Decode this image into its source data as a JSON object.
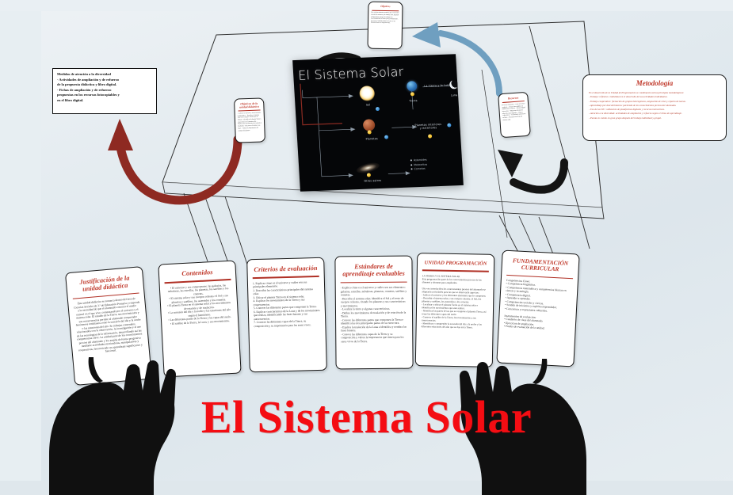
{
  "presentation": {
    "main_title": "El Sistema Solar",
    "accent_red": "#f40d13",
    "title_red": "#c0392b",
    "background": "#e3ebf0",
    "arrow_colors": {
      "left_arrow": "#8e2a22",
      "top_arrow": "#6f9fc0",
      "right_arrow": "#141414",
      "inner_arrow": "#1b1b1b"
    }
  },
  "slide": {
    "title": "El Sistema Solar",
    "background": "#050608",
    "nodes": [
      {
        "label": "Sol",
        "marker": "blue"
      },
      {
        "label": "Tierra",
        "marker": "blue"
      },
      {
        "label": "Planetas",
        "marker": "blue"
      },
      {
        "label": "Planetas interiores\ny exteriores",
        "marker": "blue"
      },
      {
        "label": "Otros astros",
        "marker": "yellow"
      },
      {
        "label": "La Tierra y la Luna",
        "marker": "none"
      },
      {
        "label": "Luna",
        "marker": "blue"
      }
    ],
    "branch_label": "Componentes",
    "bullets": [
      "Asteroides",
      "Meteoritos",
      "Cometas"
    ]
  },
  "note_box": {
    "lines": [
      "Medidas de atención a la diversidad",
      "- Actividades de ampliación y de refuerzo",
      "de la propuesta didáctica y libro digital.",
      "- Fichas de ampliación y de refuerzo",
      "propuestas en los recursos fotocopiables y",
      "en el libro digital."
    ]
  },
  "metodologia": {
    "title": "Metodología",
    "lines": [
      "En el desarrollo de la Unidad de Programación se combinarán varios principios metodológicos:",
      "- Trabajo: reflexivo e individual en el desarrollo de las actividades individuales.",
      "- Trabajo cooperativo: formación de grupos heterogéneos, asignación de roles y reparto de tareas.",
      "- Aprendizaje por descubrimiento: partiendo de los conocimientos previos del alumnado.",
      "- Uso de las TIC: utilización de plataformas digitales y recursos interactivos.",
      "- Atención a la diversidad: actividades de ampliación y refuerzo según el ritmo de aprendizaje.",
      "- Puesta en común en gran grupo después del trabajo individual y grupal."
    ]
  },
  "bottom_cards": [
    {
      "title": "Justificación de la\nunidad didáctica",
      "body": "Esta unidad didáctica se enmarca dentro del área de Ciencias Sociales de 3.º de Educación Primaria y responde a la necesidad de que el alumnado conozca el medio natural en el que vive, comenzando por el universo y el sistema solar. El estudio de la Tierra, sus movimientos y sus consecuencias permite al alumnado comprender fenómenos cotidianos como la sucesión del día y la noche o las estaciones del año. Se trabajan contenidos relacionados con la observación, la investigación y el uso de las tecnologías de la información, desarrollando así las competencias clave. La unidad parte de los conocimientos previos del alumnado y los amplía de forma progresiva mediante actividades motivadoras, manipulativas y cooperativas, favoreciendo un aprendizaje significativo y funcional."
    },
    {
      "title": "Contenidos",
      "body": "• El universo y sus componentes: las galaxias, las nebulosas, las estrellas, los planetas, los satélites y los cometas.\n• El sistema solar y sus cuerpos celestes: el Sol y sus planetas y satélites, los asteroides y los cometas.\n• El planeta Tierra en el sistema solar y los movimientos de rotación y de traslación.\n• La sucesión del día y la noche y las estaciones del año según el hemisferio.\n• Las diferentes partes de la Tierra y las capas del suelo.\n• El satélite de la Tierra, la Luna, y sus movimientos."
    },
    {
      "title": "Criterios de evaluación",
      "body": "1. Explicar cómo es el universo y cuáles son sus principales elementos.\n2. Describir las características principales del sistema solar.\n3. Ubicar el planeta Tierra en el sistema solar.\n4. Explicar los movimientos de la Tierra y sus consecuencias.\n5. Conocer las diferentes partes que componen la Tierra.\n6. Explicar características de la Luna y de los movimientos que realiza, identificando las fases lunares y sus autoecuencias.\n7. Conocer las diferentes capas de la Tierra, su composición y su importancia para los seres vivos."
    },
    {
      "title": "Estándares de\naprendizaje evaluables",
      "body": "- Explica cómo es el universo y cuáles son sus elementos: galaxias, estrellas, nebulosas, planetas, cometas, satélites y cometas.\n- Describe el sistema solar, identifica el Sol y el resto de cuerpos celestes, citando los planetas y sus características y movimientos.\n- Localiza la tierra y algunas características.\n- Define los movimientos de traslación y de rotación de la Tierra.\n- Conoce las diferentes partes que componen la Tierra e identifica las tres principales partes de su estructura.\n- Explica la traslación de la Luna e identifica y nombra las fases lunares.\n- Conoce las diferentes capas de la Tierra y su composición y valora la importancia que tienen para los seres vivos de la Tierra."
    },
    {
      "title": "UNIDAD PROGRAMACIÓN",
      "body": "LA TIERRA Y EL SISTEMA SOLAR\nEsta programación parte de los conocimientos previos de los alumnos y alumnas para ampliarlos.\n\nUna vez introducidos los conocimientos previos del alumnado se adaptarán actividades para las que se observarán aspectos:\n- Indicar el universo y los diferentes elementos que lo componen.\n- Describir el sistema solar y sus cuerpos celestes: el Sol, los planetas y satélites, los asteroides y los cometas.\n- Localizar y ubicar el planeta Tierra en el sistema solar e identificar los movimientos que este realiza.\n- Identificar las partes de las que se compone el planeta Tierra, así como las diferentes capas del suelo.\n- Conocer el satélite de la Tierra, los movimientos y sus consecuencias.\n- Identificar y comprender la sucesión del día y la noche y las diferentes estaciones del año que se dan en la Tierra."
    },
    {
      "title": "FUNDAMENTACIÓN\nCURRICULAR",
      "body": "Competencias Clave:\n• Competencia lingüística.\n• Competencia matemática y competencias básicas en ciencia y tecnología.\n• Competencia digital.\n• Aprender a aprender.\n• Competencias sociales y cívicas.\n• Sentido de iniciativa y espíritu emprendedor.\n• Conciencia y expresiones culturales.\n\nInstrumentos de evaluación:\n• Cuaderno de clase del alumnado.\n• Ejercicios de ampliación.\n• Prueba de evaluación de la unidad."
    }
  ],
  "floating_cards": [
    {
      "title": "Objetivos de la unidad didáctica",
      "body": "- Conocer el universo y sus principales componentes.\n- Describir el sistema solar y los cuerpos celestes que lo forman.\n- Identificar el planeta Tierra y su posición en el sistema solar.\n- Explicar los movimientos de rotación y traslación.\n- Reconocer la Luna y sus fases.\n- Valorar la importancia del cuidado del planeta."
    },
    {
      "title": "Objetivos",
      "body": "Esta unidad didáctica pretende que el alumnado conozca el universo y el sistema solar, situando la Tierra dentro de él. Se trabajan los movimientos de la Tierra y sus consecuencias, así como el satélite natural, la Luna, y sus distintas fases a lo largo del mes."
    },
    {
      "title": "Recursos",
      "body": "Recursos materiales:\n- Libro de texto y cuaderno.\n- Fichas fotocopiables de ampliación y refuerzo.\n- Pizarra digital interactiva.\n- Maquetas del sistema solar.\n\nRecursos digitales:\n- Vídeos explicativos.\n- Actividades interactivas en línea.\n- Presentación Prezi del sistema solar."
    }
  ]
}
